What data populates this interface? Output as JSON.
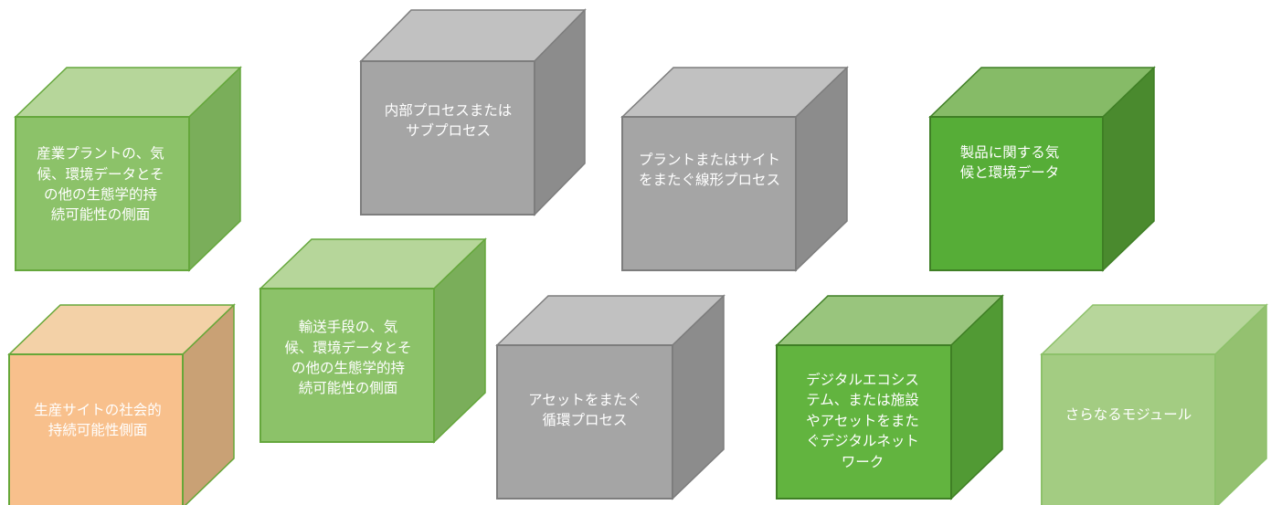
{
  "cubes": [
    {
      "id": "industrial-plant-sustainability",
      "label": "産業プラントの、気\n候、環境データとそ\nの他の生態学的持\n続可能性の側面",
      "colors": {
        "front": "#8cc269",
        "top": "#b6d69a",
        "side": "#7aae5a",
        "edge": "#65a73c"
      }
    },
    {
      "id": "internal-process",
      "label": "内部プロセスまたは\nサブプロセス",
      "colors": {
        "front": "#a5a5a5",
        "top": "#c1c1c1",
        "side": "#8c8c8c",
        "edge": "#7d7d7d"
      }
    },
    {
      "id": "linear-process",
      "label": "プラントまたはサイト\nをまたぐ線形プロセス",
      "colors": {
        "front": "#a5a5a5",
        "top": "#c1c1c1",
        "side": "#8c8c8c",
        "edge": "#7d7d7d"
      }
    },
    {
      "id": "product-climate-data",
      "label": "製品に関する気\n候と環境データ",
      "colors": {
        "front": "#56ad37",
        "top": "#86bb67",
        "side": "#4a8a2e",
        "edge": "#3f7f25"
      }
    },
    {
      "id": "production-site-social",
      "label": "生産サイトの社会的\n持続可能性側面",
      "colors": {
        "front": "#f8c08c",
        "top": "#f3d1a7",
        "side": "#c9a175",
        "edge": "#67a738"
      }
    },
    {
      "id": "transport-sustainability",
      "label": "輸送手段の、気\n候、環境データとそ\nの他の生態学的持\n続可能性の側面",
      "colors": {
        "front": "#8cc269",
        "top": "#b6d69a",
        "side": "#7aae5a",
        "edge": "#65a73c"
      }
    },
    {
      "id": "circular-process",
      "label": "アセットをまたぐ\n循環プロセス",
      "colors": {
        "front": "#a5a5a5",
        "top": "#c1c1c1",
        "side": "#8c8c8c",
        "edge": "#7d7d7d"
      }
    },
    {
      "id": "digital-ecosystem",
      "label": "デジタルエコシス\nテム、または施設\nやアセットをまた\nぐデジタルネット\nワーク",
      "colors": {
        "front": "#62b43f",
        "top": "#99c57d",
        "side": "#519a34",
        "edge": "#3f7f25"
      }
    },
    {
      "id": "further-modules",
      "label": "さらなるモジュール",
      "colors": {
        "front": "#a3cc82",
        "top": "#b7d69b",
        "side": "#94c170",
        "edge": "#8dc16a"
      }
    }
  ]
}
